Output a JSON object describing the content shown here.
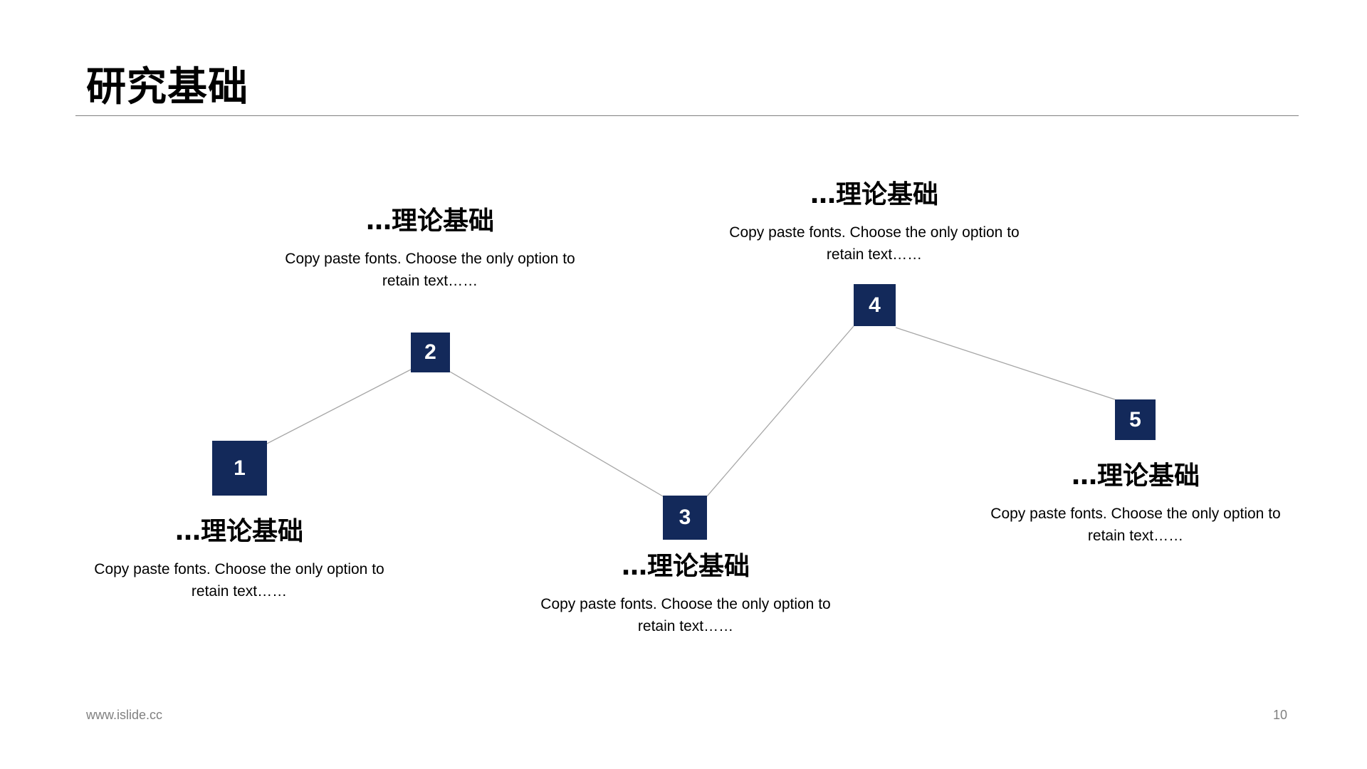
{
  "slide": {
    "title": "研究基础",
    "footer_url": "www.islide.cc",
    "page_number": "10"
  },
  "colors": {
    "box_fill": "#13295a",
    "box_text": "#ffffff",
    "connector": "#a6a6a6",
    "rule": "#808080",
    "footer_text": "#808080"
  },
  "steps": [
    {
      "number": "1",
      "heading": "…理论基础",
      "description": "Copy paste fonts. Choose the only option to retain text……"
    },
    {
      "number": "2",
      "heading": "…理论基础",
      "description": "Copy paste fonts. Choose the only option to retain text……"
    },
    {
      "number": "3",
      "heading": "…理论基础",
      "description": "Copy paste fonts. Choose the only option to retain text……"
    },
    {
      "number": "4",
      "heading": "…理论基础",
      "description": "Copy paste fonts. Choose the only option to retain text……"
    },
    {
      "number": "5",
      "heading": "…理论基础",
      "description": "Copy paste fonts. Choose the only option to retain text……"
    }
  ]
}
